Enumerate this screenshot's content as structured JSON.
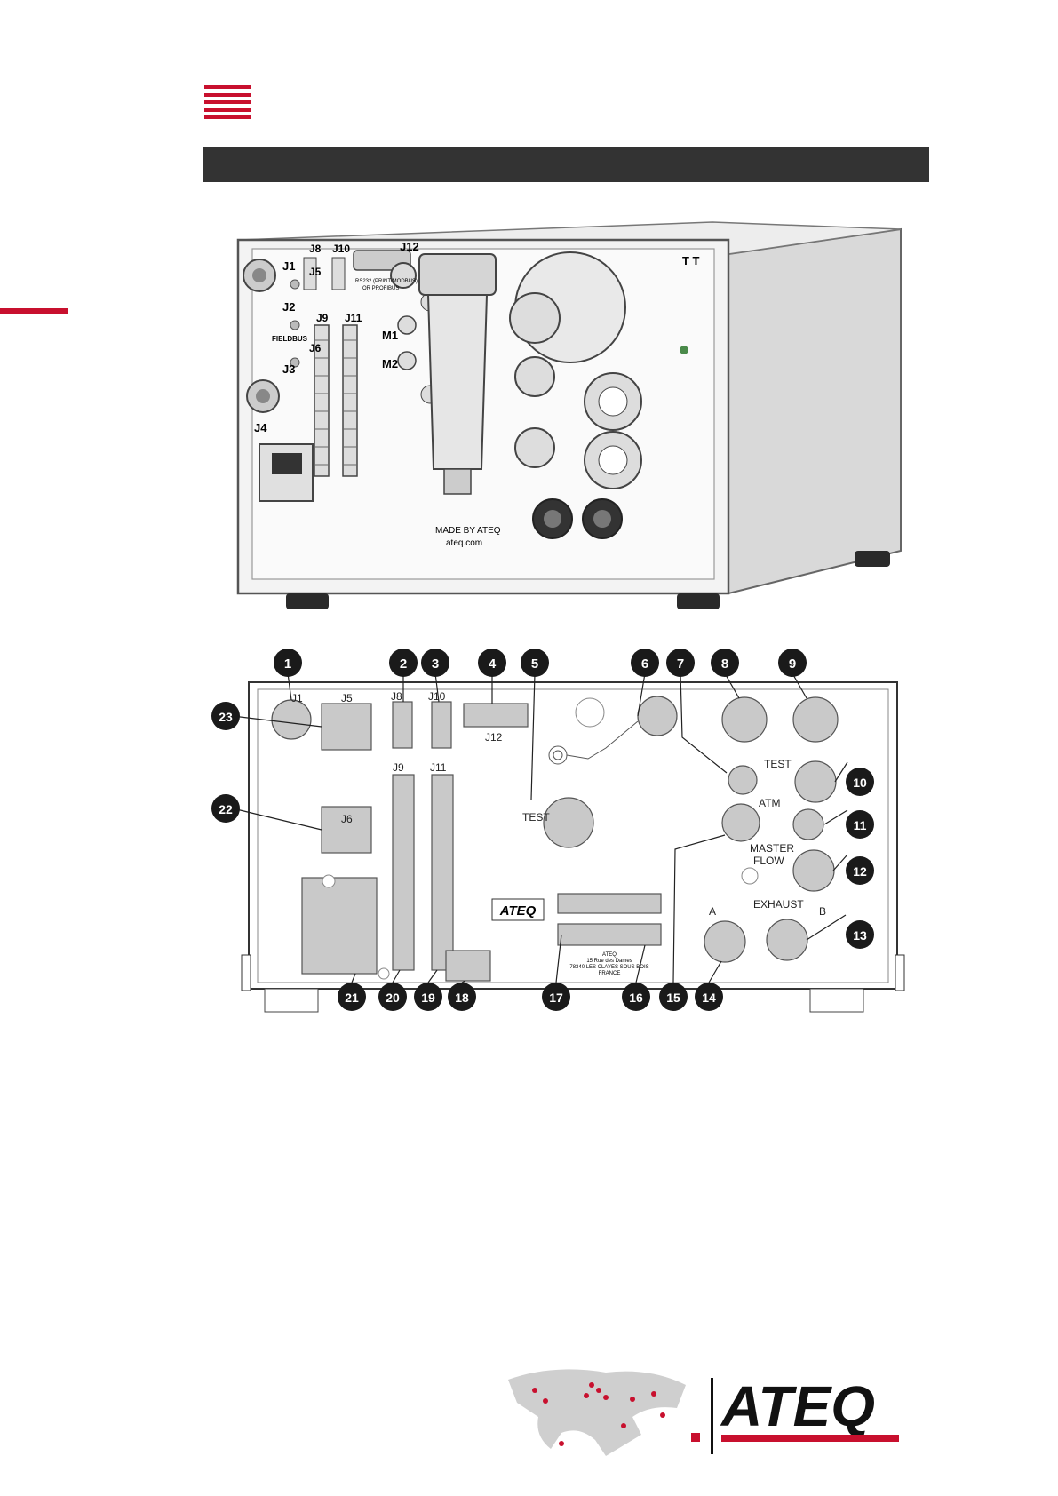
{
  "header": {
    "menu_icon": "hamburger-menu-icon",
    "section_title": ""
  },
  "colors": {
    "accent": "#c8102e",
    "bar": "#333333"
  },
  "photo": {
    "connectors": [
      "J1",
      "J2",
      "J3",
      "J4",
      "J5",
      "J6",
      "J8",
      "J9",
      "J10",
      "J11",
      "J12"
    ],
    "field_label": "FIELDBUS",
    "rs_label_1": "RS232 (PRINT/MODBUS)",
    "rs_label_2": "OR PROFIBUS",
    "m1": "M1",
    "m2": "M2",
    "made_by": "MADE BY ATEQ",
    "website": "ateq.com",
    "top_right": "T T"
  },
  "diagram": {
    "callouts": [
      "1",
      "2",
      "3",
      "4",
      "5",
      "6",
      "7",
      "8",
      "9",
      "10",
      "11",
      "12",
      "13",
      "14",
      "15",
      "16",
      "17",
      "18",
      "19",
      "20",
      "21",
      "22",
      "23"
    ],
    "labels": {
      "j1": "J1",
      "j5": "J5",
      "j8": "J8",
      "j10": "J10",
      "j12": "J12",
      "j9": "J9",
      "j11": "J11",
      "j6": "J6",
      "test": "TEST",
      "test2": "TEST",
      "atm": "ATM",
      "master": "MASTER",
      "flow": "FLOW",
      "exhaust": "EXHAUST",
      "a": "A",
      "b": "B"
    },
    "plate_lines": [
      "ATEQ",
      "15 Rue des Dames",
      "78340 LES CLAYES SOUS BOIS",
      "FRANCE"
    ],
    "logo": "ATEQ"
  },
  "footer": {
    "brand": "ATEQ"
  }
}
